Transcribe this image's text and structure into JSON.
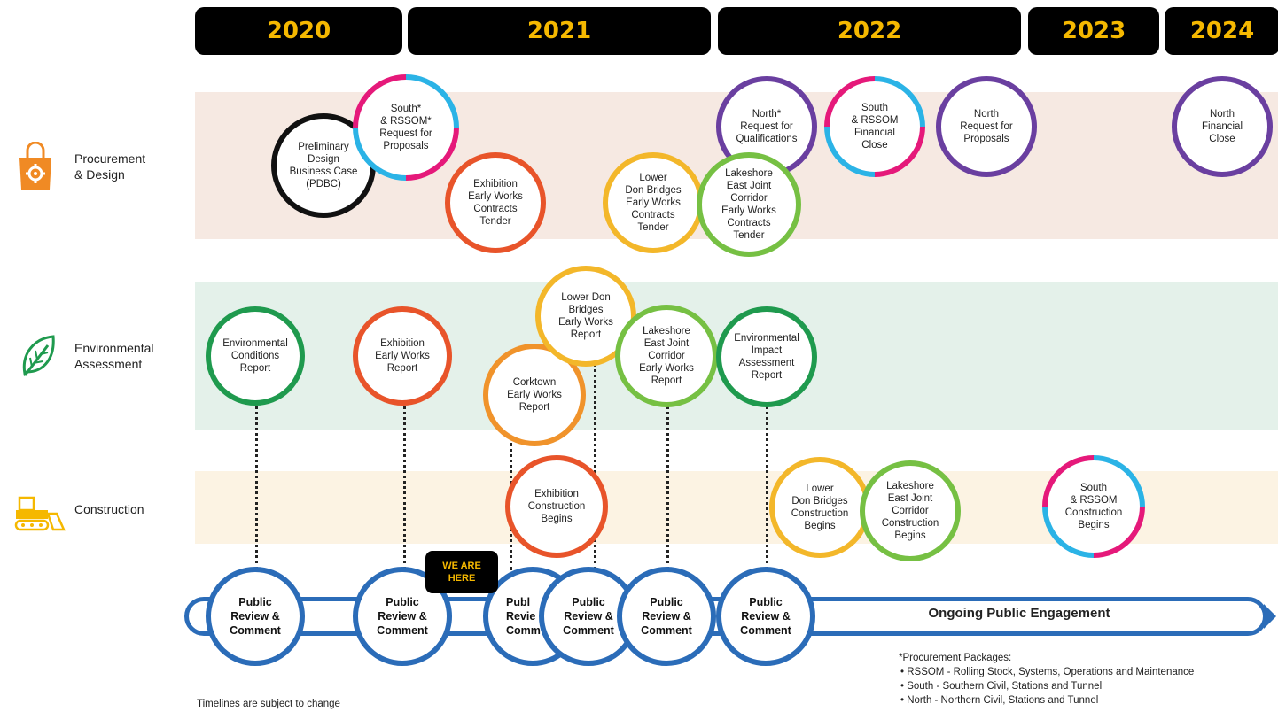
{
  "years": [
    "2020",
    "2021",
    "2022",
    "2023",
    "2024"
  ],
  "categories": {
    "procurement": "Procurement\n& Design",
    "environmental": "Environmental\nAssessment",
    "construction": "Construction"
  },
  "milestones": {
    "pdbc": "Preliminary\nDesign\nBusiness Case\n(PDBC)",
    "south_rfp": "South*\n& RSSOM*\nRequest for\nProposals",
    "exhibition_tender": "Exhibition\nEarly Works\nContracts\nTender",
    "lower_don_tender": "Lower\nDon Bridges\nEarly Works\nContracts\nTender",
    "lakeshore_tender": "Lakeshore\nEast Joint\nCorridor\nEarly Works\nContracts\nTender",
    "north_rfq": "North*\nRequest for\nQualifications",
    "south_close": "South\n& RSSOM\nFinancial\nClose",
    "north_rfp": "North\nRequest for\nProposals",
    "north_close": "North\nFinancial\nClose",
    "env_conditions": "Environmental\nConditions\nReport",
    "exhibition_report": "Exhibition\nEarly Works\nReport",
    "lower_don_report": "Lower Don\nBridges\nEarly Works\nReport",
    "corktown_report": "Corktown\nEarly Works\nReport",
    "lakeshore_report": "Lakeshore\nEast Joint\nCorridor\nEarly Works\nReport",
    "eia_report": "Environmental\nImpact\nAssessment\nReport",
    "exhibition_construction": "Exhibition\nConstruction\nBegins",
    "lower_don_construction": "Lower\nDon Bridges\nConstruction\nBegins",
    "lakeshore_construction": "Lakeshore\nEast Joint\nCorridor\nConstruction\nBegins",
    "south_construction": "South\n& RSSOM\nConstruction\nBegins"
  },
  "public_review": {
    "label": "Public\nReview &\nComment",
    "label_partial": "Publ\nRevie\nComm",
    "label_partial2": "Public\nReview &\nComment"
  },
  "ongoing_label": "Ongoing Public Engagement",
  "we_are_here": "WE ARE\nHERE",
  "footnote": {
    "timelines": "Timelines are subject to change",
    "packages_title": "*Procurement Packages:",
    "packages": [
      "• RSSOM - Rolling Stock, Systems, Operations and Maintenance",
      "• South - Southern Civil, Stations and Tunnel",
      "• North - Northern Civil, Stations and Tunnel"
    ]
  },
  "colors": {
    "procurement_band": "#f6e9e2",
    "environmental_band": "#e4f1ea",
    "construction_band": "#fcf3e3",
    "year_bg": "#000000",
    "year_text": "#f5b800",
    "black": "#111111",
    "orange_red": "#e8542a",
    "amber": "#f3b72a",
    "orange": "#f0932b",
    "green": "#76c043",
    "dark_green": "#1f9a4e",
    "purple": "#6a3fa0",
    "magenta": "#e5197a",
    "cyan": "#2bb3e6",
    "blue": "#2b6cb8",
    "icon_orange": "#f08a24",
    "icon_green": "#1f9a4e",
    "icon_yellow": "#f5b800"
  },
  "icons": {
    "procurement": "shopping-bag-gear-icon",
    "environmental": "leaf-icon",
    "construction": "bulldozer-icon"
  }
}
